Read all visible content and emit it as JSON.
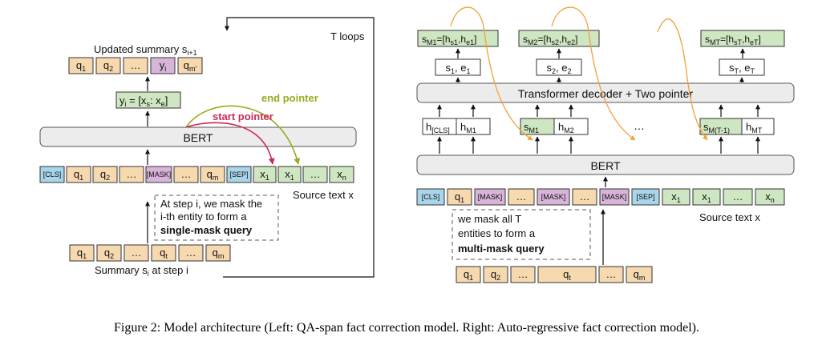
{
  "left": {
    "loop_label": "T loops",
    "updated_summary_label": "Updated summary s",
    "updated_summary_sub": "i+1",
    "top_tokens": [
      {
        "t": "q",
        "s": "1"
      },
      {
        "t": "q",
        "s": "2"
      },
      {
        "t": "…",
        "s": ""
      },
      {
        "t": "y",
        "s": "i"
      },
      {
        "t": "q",
        "s": "m'"
      }
    ],
    "yi_main": "y",
    "yi_sub": "i",
    "yi_eq": " = [x",
    "yi_s": "s",
    "yi_mid": ": x",
    "yi_e": "e",
    "yi_end": "]",
    "bert": "BERT",
    "end_pointer": "end pointer",
    "start_pointer": "start pointer",
    "input_tokens": [
      {
        "t": "[CLS]",
        "s": ""
      },
      {
        "t": "q",
        "s": "1"
      },
      {
        "t": "q",
        "s": "2"
      },
      {
        "t": "…",
        "s": ""
      },
      {
        "t": "[MASK]",
        "s": ""
      },
      {
        "t": "…",
        "s": ""
      },
      {
        "t": "q",
        "s": "m"
      },
      {
        "t": "[SEP]",
        "s": ""
      },
      {
        "t": "x",
        "s": "1"
      },
      {
        "t": "x",
        "s": "1"
      },
      {
        "t": "…",
        "s": ""
      },
      {
        "t": "x",
        "s": "n"
      }
    ],
    "source_text": "Source text x",
    "note_line1": "At step i, we mask the",
    "note_line2": "i-th entity to form a",
    "note_line3": "single-mask query",
    "bottom_tokens": [
      {
        "t": "q",
        "s": "1"
      },
      {
        "t": "q",
        "s": "2"
      },
      {
        "t": "…",
        "s": ""
      },
      {
        "t": "q",
        "s": "t"
      },
      {
        "t": "…",
        "s": ""
      },
      {
        "t": "q",
        "s": "m"
      }
    ],
    "summary_label": "Summary s",
    "summary_sub": "i",
    "summary_suffix": " at step i"
  },
  "right": {
    "outputs": [
      {
        "m": "M1",
        "s": "s1",
        "e": "e1"
      },
      {
        "m": "M2",
        "s": "s2",
        "e": "e2"
      },
      {
        "m": "MT",
        "s": "sT",
        "e": "eT"
      }
    ],
    "pairs": [
      {
        "a": "s",
        "as": "1",
        "b": "e",
        "bs": "1"
      },
      {
        "a": "s",
        "as": "2",
        "b": "e",
        "bs": "2"
      },
      {
        "a": "s",
        "as": "T",
        "b": "e",
        "bs": "T"
      }
    ],
    "decoder": "Transformer decoder + Two pointer",
    "hidden": [
      {
        "a": "h",
        "as": "[CLS]",
        "b": "h",
        "bs": "M1"
      },
      {
        "a": "s",
        "as": "M1",
        "b": "h",
        "bs": "M2"
      },
      {
        "a": "s",
        "as": "M(T-1)",
        "b": "h",
        "bs": "MT"
      }
    ],
    "dots": "…",
    "bert": "BERT",
    "input_tokens": [
      {
        "t": "[CLS]",
        "s": ""
      },
      {
        "t": "q",
        "s": "1"
      },
      {
        "t": "[MASK]",
        "s": ""
      },
      {
        "t": "…",
        "s": ""
      },
      {
        "t": "[MASK]",
        "s": ""
      },
      {
        "t": "…",
        "s": ""
      },
      {
        "t": "[MASK]",
        "s": ""
      },
      {
        "t": "[SEP]",
        "s": ""
      },
      {
        "t": "x",
        "s": "1"
      },
      {
        "t": "x",
        "s": "1"
      },
      {
        "t": "…",
        "s": ""
      },
      {
        "t": "x",
        "s": "n"
      }
    ],
    "source_text": "Source text x",
    "note_line1": "we mask all T",
    "note_line2": "entities to form a",
    "note_line3": "multi-mask query",
    "bottom_tokens": [
      {
        "t": "q",
        "s": "1"
      },
      {
        "t": "q",
        "s": "2"
      },
      {
        "t": "…",
        "s": ""
      },
      {
        "t": "q",
        "s": "t"
      },
      {
        "t": "…",
        "s": ""
      },
      {
        "t": "q",
        "s": "m"
      }
    ]
  },
  "caption": "Figure 2: Model architecture (Left: QA-span fact correction model. Right: Auto-regressive fact correction model).",
  "colors": {
    "cls": "#a8d5ea",
    "q": "#f7d9b0",
    "mask": "#d9b4d9",
    "sep": "#a8d5ea",
    "x": "#cfe6c2",
    "y": "#d9b4d9",
    "green": "#cfe6c2",
    "start": "#cc2a55",
    "end": "#9aaa1e",
    "orange": "#f1a23a"
  }
}
